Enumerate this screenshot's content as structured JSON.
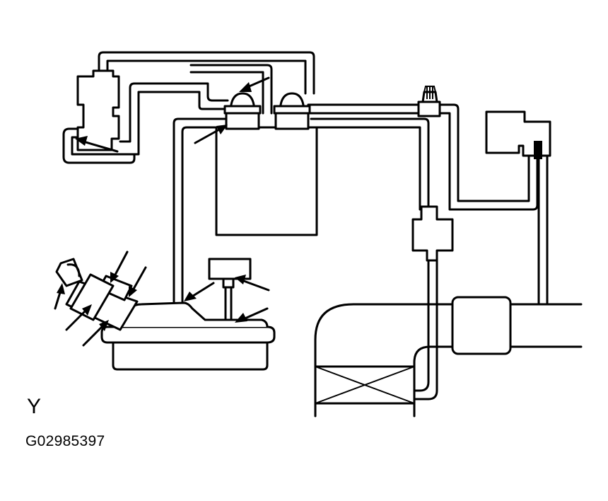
{
  "figure": {
    "view_letter": "Y",
    "figure_code": "G02985397"
  },
  "colors": {
    "line": "#000000",
    "background": "#ffffff"
  },
  "components": [
    "vsv-left",
    "charcoal-canister",
    "pressure-sensor",
    "fuel-tank",
    "vacuum-tee",
    "air-intake",
    "connector-right",
    "fuel-cap-filler",
    "vent-cap"
  ]
}
